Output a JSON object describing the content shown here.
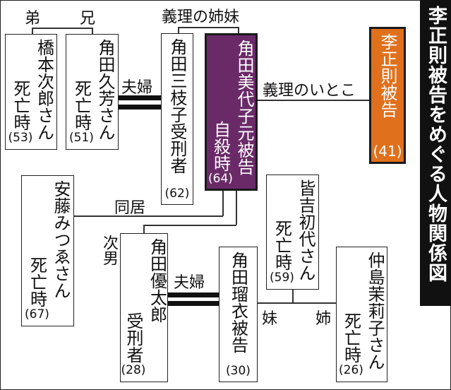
{
  "title": "李正則被告をめぐる人物関係図",
  "colors": {
    "main_suspect": "#6a2a68",
    "defendant": "#e0701c",
    "title_bg": "#111111"
  },
  "people": {
    "hashimoto": {
      "name": "橋本次郎さん",
      "status": "死亡時",
      "age": "(53)"
    },
    "hisayoshi": {
      "name": "角田久芳さん",
      "status": "死亡時",
      "age": "(51)"
    },
    "mieko": {
      "name": "角田三枝子受刑者",
      "age": "(62)"
    },
    "miyoko": {
      "name": "角田美代子元被告",
      "status": "自殺時",
      "age": "(64)"
    },
    "ri": {
      "name": "李正則被告",
      "age": "(41)"
    },
    "ando": {
      "name": "安藤みつゑさん",
      "status": "死亡時",
      "age": "(67)"
    },
    "yutaro": {
      "name": "角田優太郎",
      "status": "受刑者",
      "age": "(28)"
    },
    "rui": {
      "name": "角田瑠衣被告",
      "age": "(30)"
    },
    "minayoshi": {
      "name": "皆吉初代さん",
      "status": "死亡時",
      "age": "(59)"
    },
    "nakashima": {
      "name": "仲島茉莉子さん",
      "status": "死亡時",
      "age": "(26)"
    }
  },
  "relations": {
    "younger_brother": "弟",
    "older_brother": "兄",
    "sisters_in_law": "義理の姉妹",
    "married_1": "夫婦",
    "cousin_in_law": "義理のいとこ",
    "cohabiting": "同居",
    "second_son": "次男",
    "married_2": "夫婦",
    "younger_sister": "妹",
    "older_sister": "姉"
  }
}
